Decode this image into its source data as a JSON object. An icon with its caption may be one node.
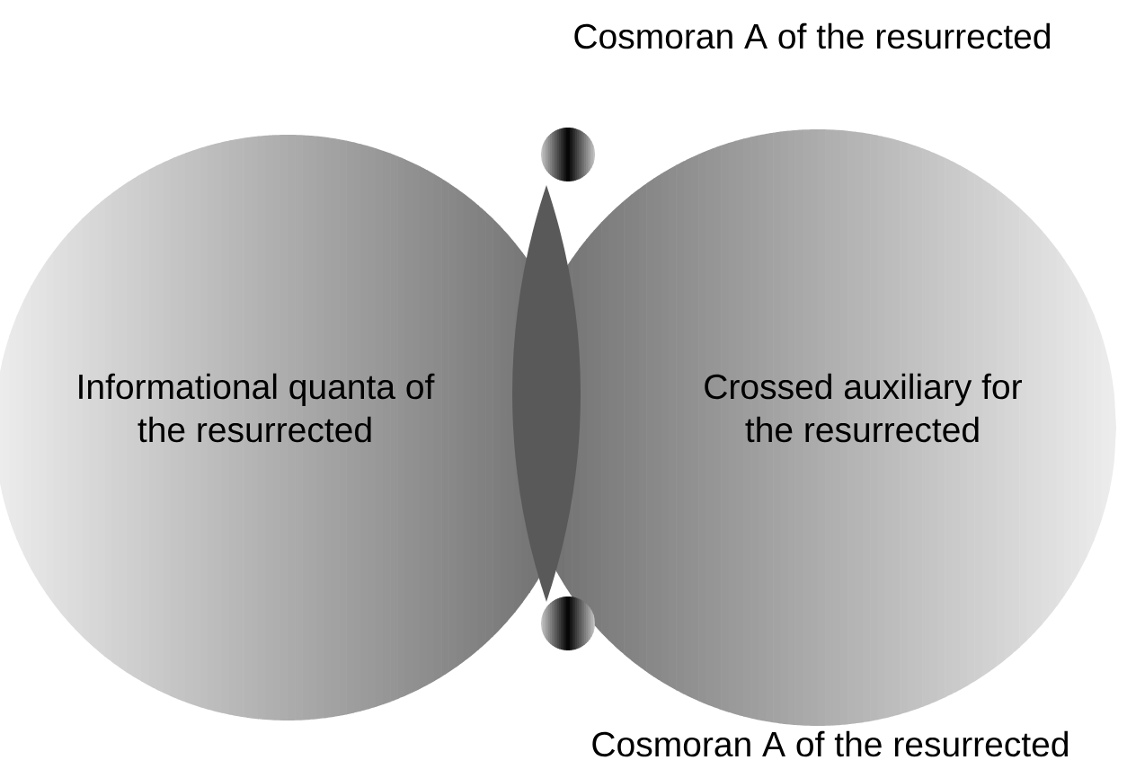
{
  "diagram": {
    "nodes": [
      {
        "text": [
          "Informational quanta of the resurrected"
        ]
      },
      {
        "text": [
          "Crossed auxiliary for the resurrected"
        ]
      },
      {
        "text": [],
        "shape": "lens"
      },
      {
        "text": [],
        "shape": "circle"
      },
      {
        "text": [],
        "shape": "circle"
      }
    ],
    "labels": [
      "Cosmoran A of the resurrected",
      "Cosmoran A of the resurrected"
    ]
  }
}
